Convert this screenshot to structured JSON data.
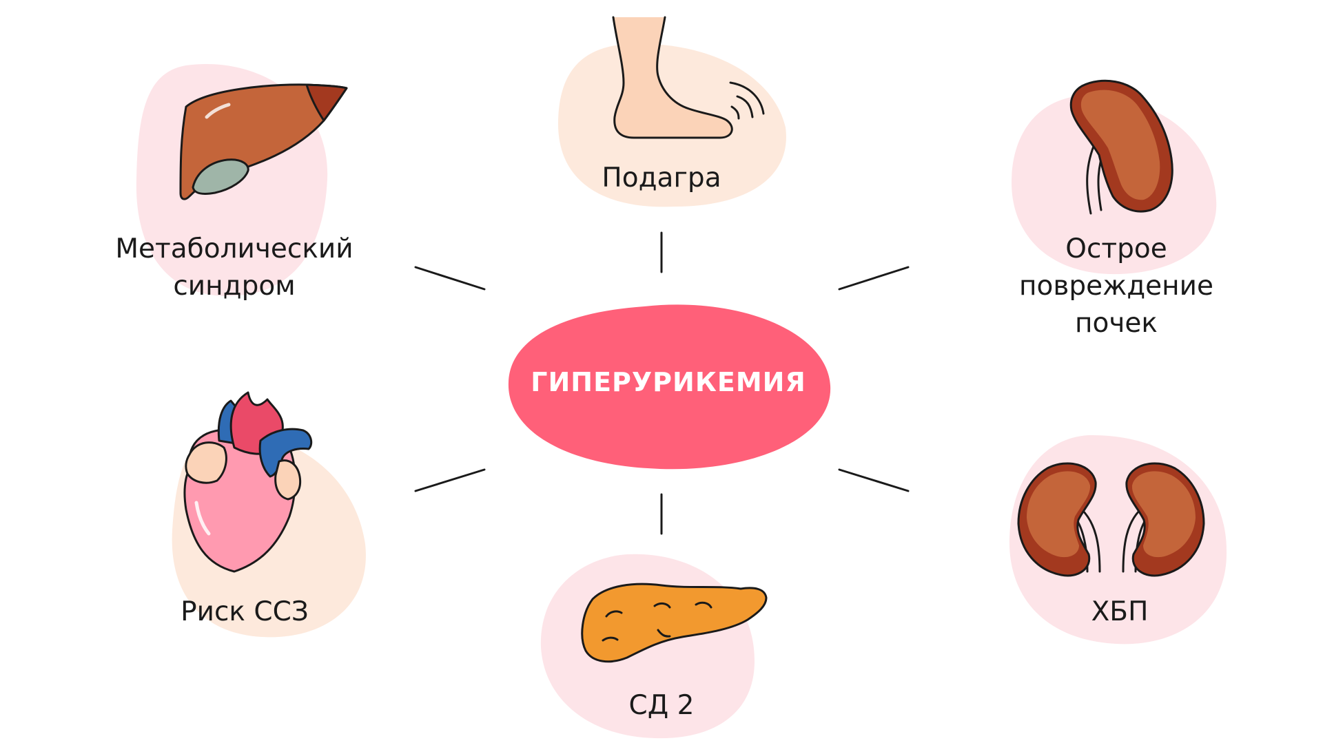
{
  "center": {
    "label": "ГИПЕРУРИКЕМИЯ",
    "color": "#ff6079"
  },
  "nodes": [
    {
      "id": "gout",
      "label": "Подагра",
      "icon": "foot-icon"
    },
    {
      "id": "metabolic",
      "label_lines": [
        "Метаболический",
        "синдром"
      ],
      "icon": "liver-icon"
    },
    {
      "id": "aki",
      "label_lines": [
        "Острое",
        "повреждение",
        "почек"
      ],
      "icon": "kidney-single-icon"
    },
    {
      "id": "cvd",
      "label": "Риск ССЗ",
      "icon": "heart-icon"
    },
    {
      "id": "ckd",
      "label": "ХБП",
      "icon": "kidneys-pair-icon"
    },
    {
      "id": "dm2",
      "label": "СД 2",
      "icon": "pancreas-icon"
    }
  ],
  "colors": {
    "blob_pink": "#fde4e8",
    "blob_peach": "#fde9dc",
    "organ_brown": "#c4653a",
    "organ_dark": "#a3391f",
    "skin": "#fbd3b8",
    "heart_pink": "#ff9ab0",
    "vessel_blue": "#2f6cb5",
    "vessel_red": "#ea4a68",
    "pancreas": "#f2992f",
    "gallbladder": "#9fb5a8",
    "line": "#1a1a1a"
  }
}
